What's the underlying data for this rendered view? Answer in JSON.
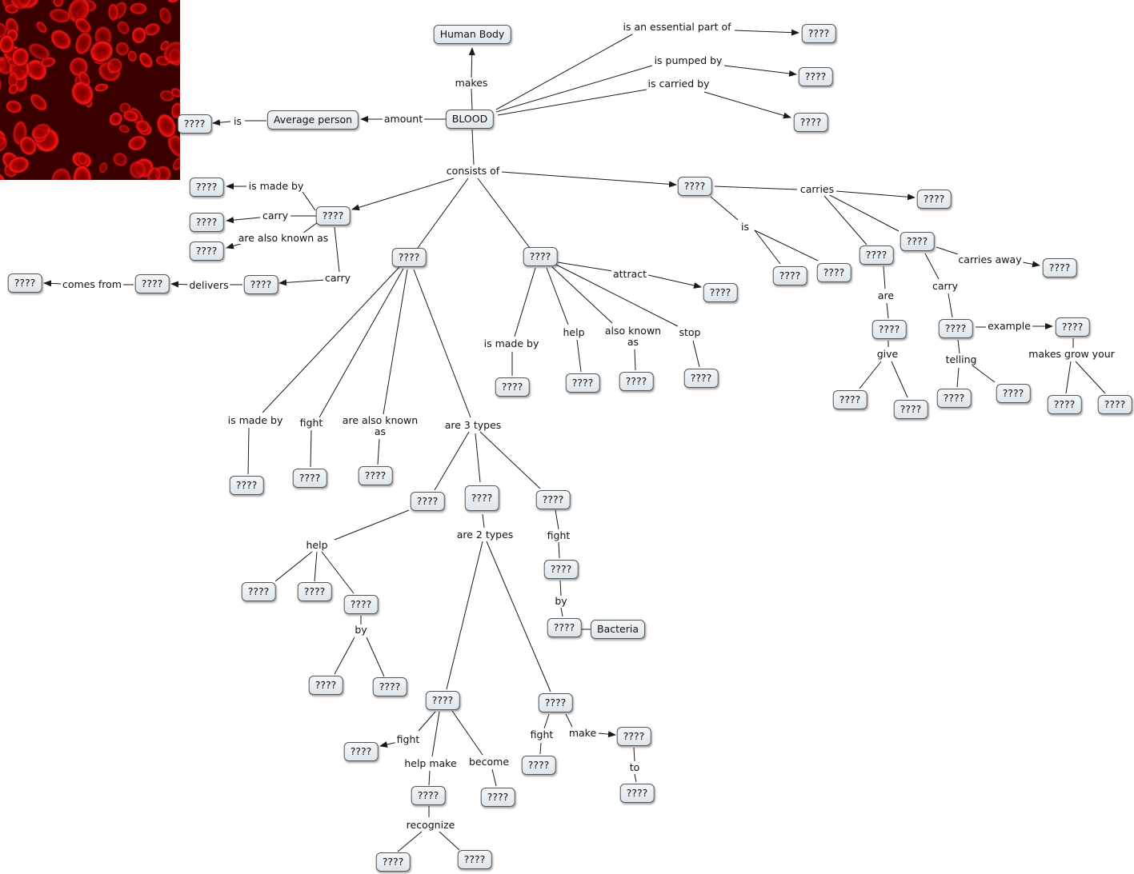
{
  "nodes": {
    "human_body": "Human Body",
    "blood": "BLOOD",
    "average_person": "Average person",
    "bacteria": "Bacteria",
    "unknown": "????"
  },
  "links": {
    "makes": "makes",
    "essential": "is an essential part of",
    "pumped": "is pumped  by",
    "carried": "is carried by",
    "amount": "amount",
    "is": "is",
    "consists": "consists of",
    "made_by": "is made by",
    "carry": "carry",
    "known_as": "are also known as",
    "delivers": "delivers",
    "comes_from": "comes from",
    "fight": "fight",
    "known_as_wrapped": "are also known\nas",
    "three_types": "are 3 types",
    "two_types": "are 2 types",
    "help": "help",
    "by": "by",
    "help_make": "help make",
    "become": "become",
    "recognize": "recognize",
    "make": "make",
    "to": "to",
    "attract": "attract",
    "also_known": "also known\nas",
    "stop": "stop",
    "carries": "carries",
    "are": "are",
    "give": "give",
    "carries_away": "carries away",
    "example": "example",
    "telling": "telling",
    "makes_grow": "makes grow your"
  },
  "image": {
    "name": "red-blood-cells-photo"
  },
  "colors": {
    "link": "#1a1a1a",
    "node_border": "#555555",
    "cell": "#c00000"
  }
}
